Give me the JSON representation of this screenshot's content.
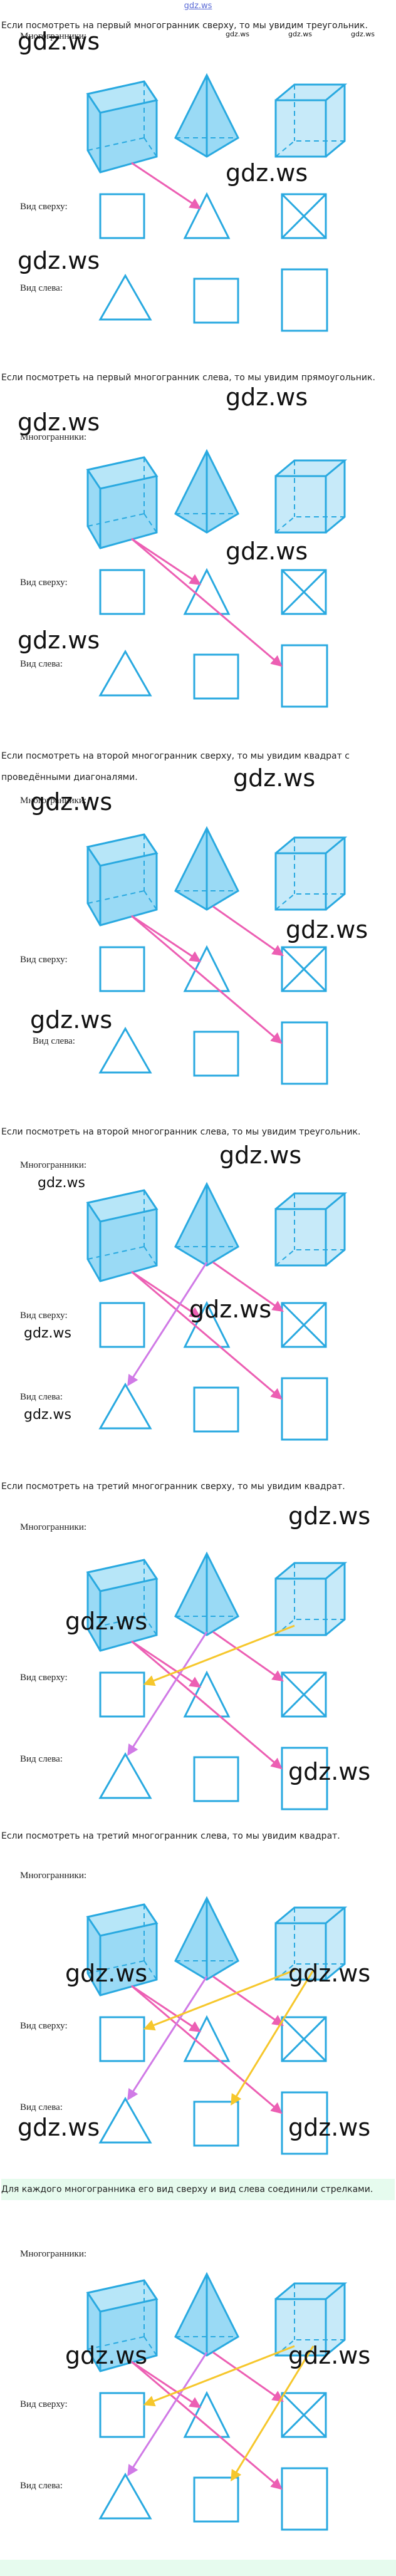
{
  "site_link": "gdz.ws",
  "watermark": "gdz.ws",
  "labels": {
    "polyhedra": "Многогранники:",
    "top_view": "Вид сверху:",
    "left_view": "Вид слева:"
  },
  "paragraphs": [
    "Если посмотреть на первый многогранник сверху, то мы увидим треугольник.",
    "Если посмотреть на первый многогранник слева, то мы увидим прямоугольник.",
    "Если посмотреть на второй многогранник сверху, то мы увидим квадрат с проведёнными диагоналями.",
    "Если посмотреть на второй многогранник слева, то мы увидим треугольник.",
    "Если посмотреть на третий многогранник сверху, то мы увидим квадрат.",
    "Если посмотреть на третий многогранник слева, то мы увидим квадрат.",
    "Для каждого многогранника его вид сверху и вид слева соединили стрелками."
  ],
  "colors": {
    "shape_stroke": "#29a9e0",
    "shape_fill": "#8fd6f4",
    "arrow_pink": "#ec5fb3",
    "arrow_violet": "#d07ae6",
    "arrow_yellow": "#f6c72c",
    "highlight_bg": "#e6fbee",
    "link": "#5b6bd6"
  }
}
